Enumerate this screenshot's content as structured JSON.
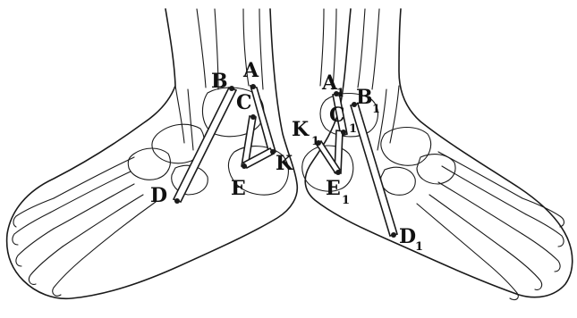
{
  "figure": {
    "left_foot_labels": {
      "A": "A",
      "B": "B",
      "C": "C",
      "D": "D",
      "E": "E",
      "K": "K"
    },
    "right_foot_labels": {
      "A": "A",
      "A_sub": "1",
      "B": "B",
      "B_sub": "1",
      "C": "C",
      "C_sub": "1",
      "D": "D",
      "D_sub": "1",
      "E": "E",
      "E_sub": "1",
      "K": "K",
      "K_sub": "1"
    }
  }
}
